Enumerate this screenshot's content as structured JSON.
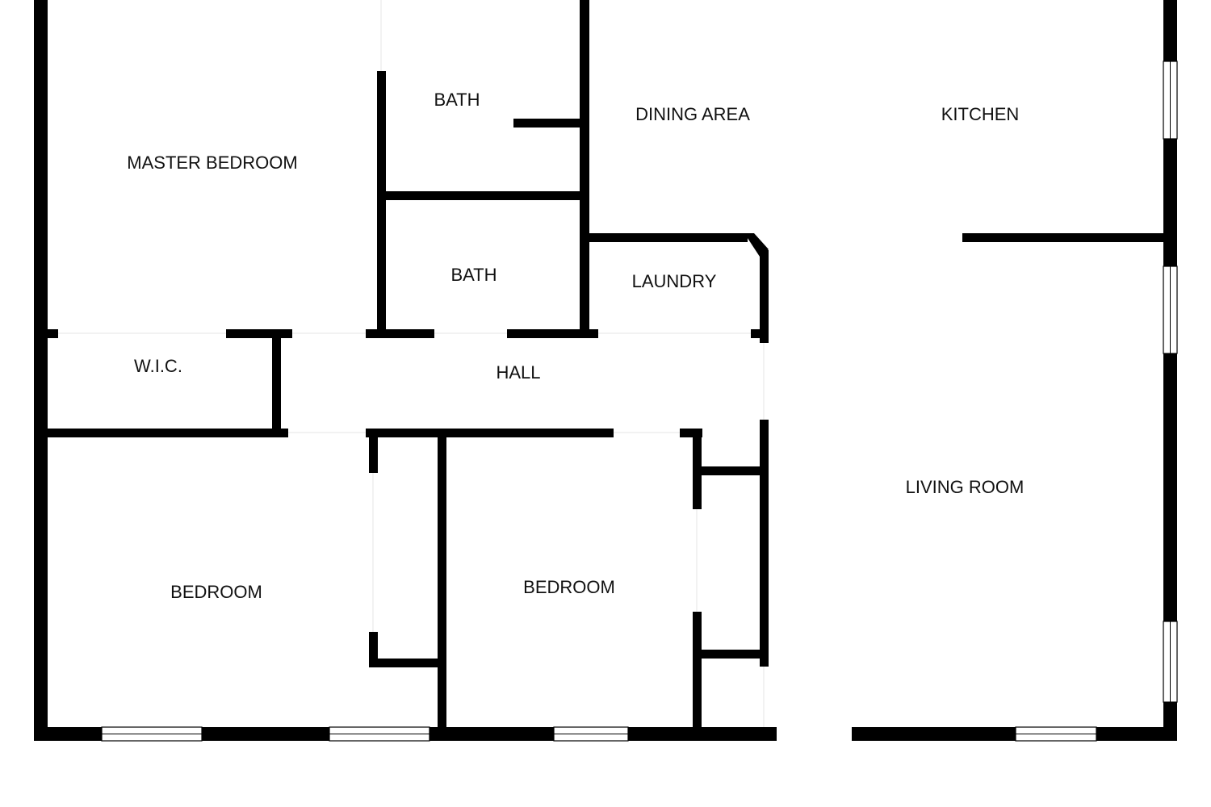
{
  "plan": {
    "rooms": {
      "master_bedroom": "MASTER BEDROOM",
      "bath_upper": "BATH",
      "bath_lower": "BATH",
      "dining_area": "DINING AREA",
      "kitchen": "KITCHEN",
      "laundry": "LAUNDRY",
      "wic": "W.I.C.",
      "hall": "HALL",
      "bedroom_left": "BEDROOM",
      "bedroom_middle": "BEDROOM",
      "living_room": "LIVING ROOM"
    },
    "colors": {
      "wall": "#000000",
      "background": "#ffffff",
      "label": "#111111"
    }
  }
}
